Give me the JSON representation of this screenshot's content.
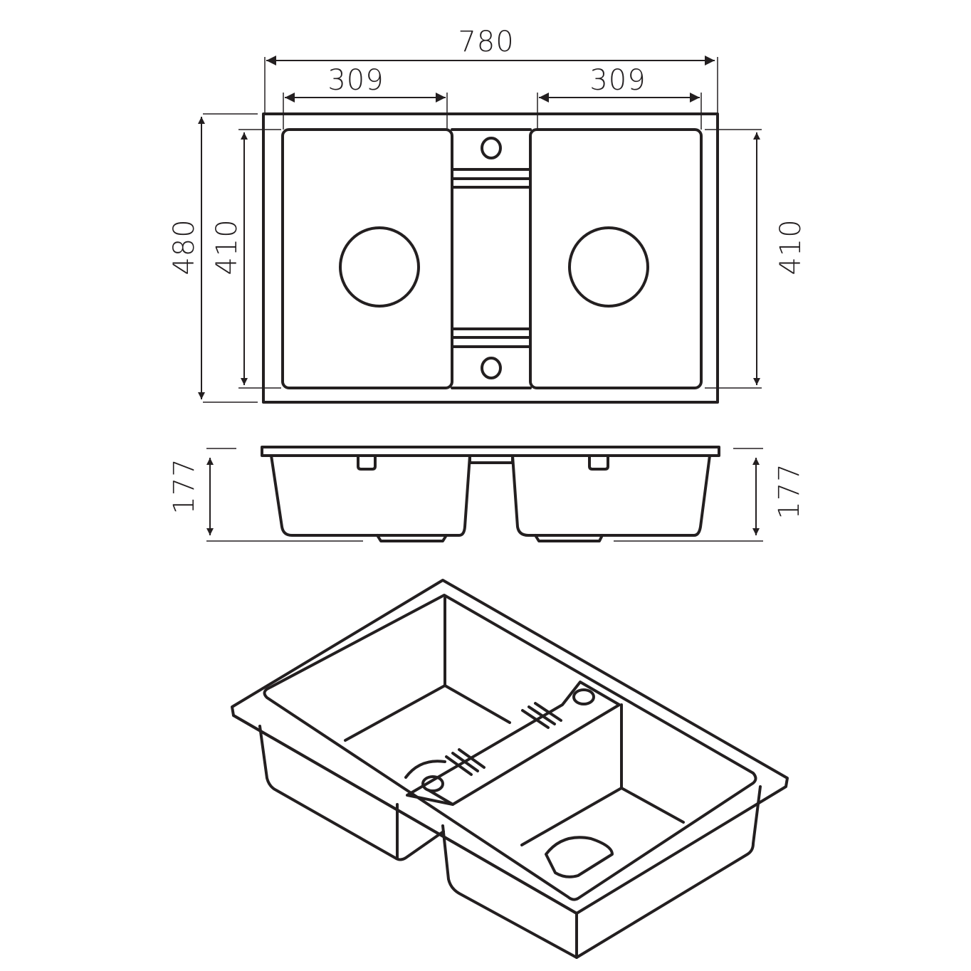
{
  "dimensions": {
    "overall_width": "780",
    "bowl_width_left": "309",
    "bowl_width_right": "309",
    "overall_depth": "480",
    "bowl_length_left": "410",
    "bowl_length_right": "410",
    "bowl_depth_left": "177",
    "bowl_depth_right": "177"
  },
  "colors": {
    "line": "#231f20",
    "background": "#ffffff"
  }
}
